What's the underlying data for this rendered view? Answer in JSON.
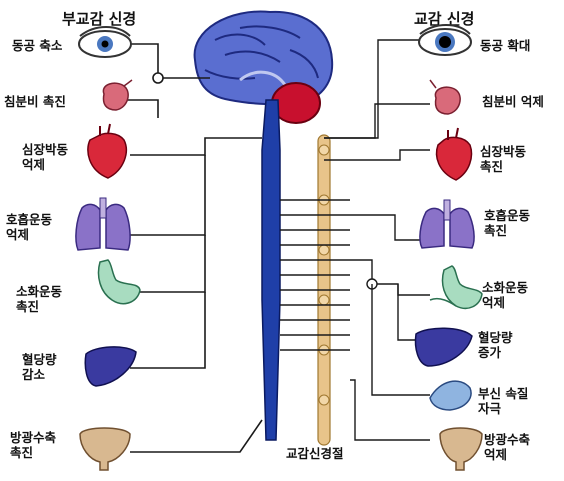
{
  "headers": {
    "parasympathetic": "부교감 신경",
    "sympathetic": "교감 신경"
  },
  "parasympathetic_effects": [
    {
      "organ": "eye",
      "label": "동공 축소"
    },
    {
      "organ": "salivary-gland",
      "label": "침분비 촉진"
    },
    {
      "organ": "heart",
      "label": "심장박동\n억제"
    },
    {
      "organ": "lungs",
      "label": "호흡운동\n억제"
    },
    {
      "organ": "stomach",
      "label": "소화운동\n촉진"
    },
    {
      "organ": "liver",
      "label": "혈당량\n감소"
    },
    {
      "organ": "bladder",
      "label": "방광수축\n촉진"
    }
  ],
  "sympathetic_effects": [
    {
      "organ": "eye",
      "label": "동공 확대"
    },
    {
      "organ": "salivary-gland",
      "label": "침분비 억제"
    },
    {
      "organ": "heart",
      "label": "심장박동\n촉진"
    },
    {
      "organ": "lungs",
      "label": "호흡운동\n촉진"
    },
    {
      "organ": "stomach",
      "label": "소화운동\n억제"
    },
    {
      "organ": "liver",
      "label": "혈당량\n증가"
    },
    {
      "organ": "adrenal-medulla",
      "label": "부신 속질\n자극"
    },
    {
      "organ": "bladder",
      "label": "방광수축\n억제"
    }
  ],
  "ganglion_label": "교감신경절",
  "colors": {
    "brain": "#5a6ed0",
    "cerebellum": "#c8102e",
    "spinal_cord": "#1f3fa8",
    "ganglion_chain": "#e8c48a",
    "heart": "#d9283a",
    "lungs": "#8a72c8",
    "stomach": "#a8dcc0",
    "liver": "#3a3aa0",
    "bladder": "#d8b890",
    "nerve_line": "#1a1a1a"
  }
}
